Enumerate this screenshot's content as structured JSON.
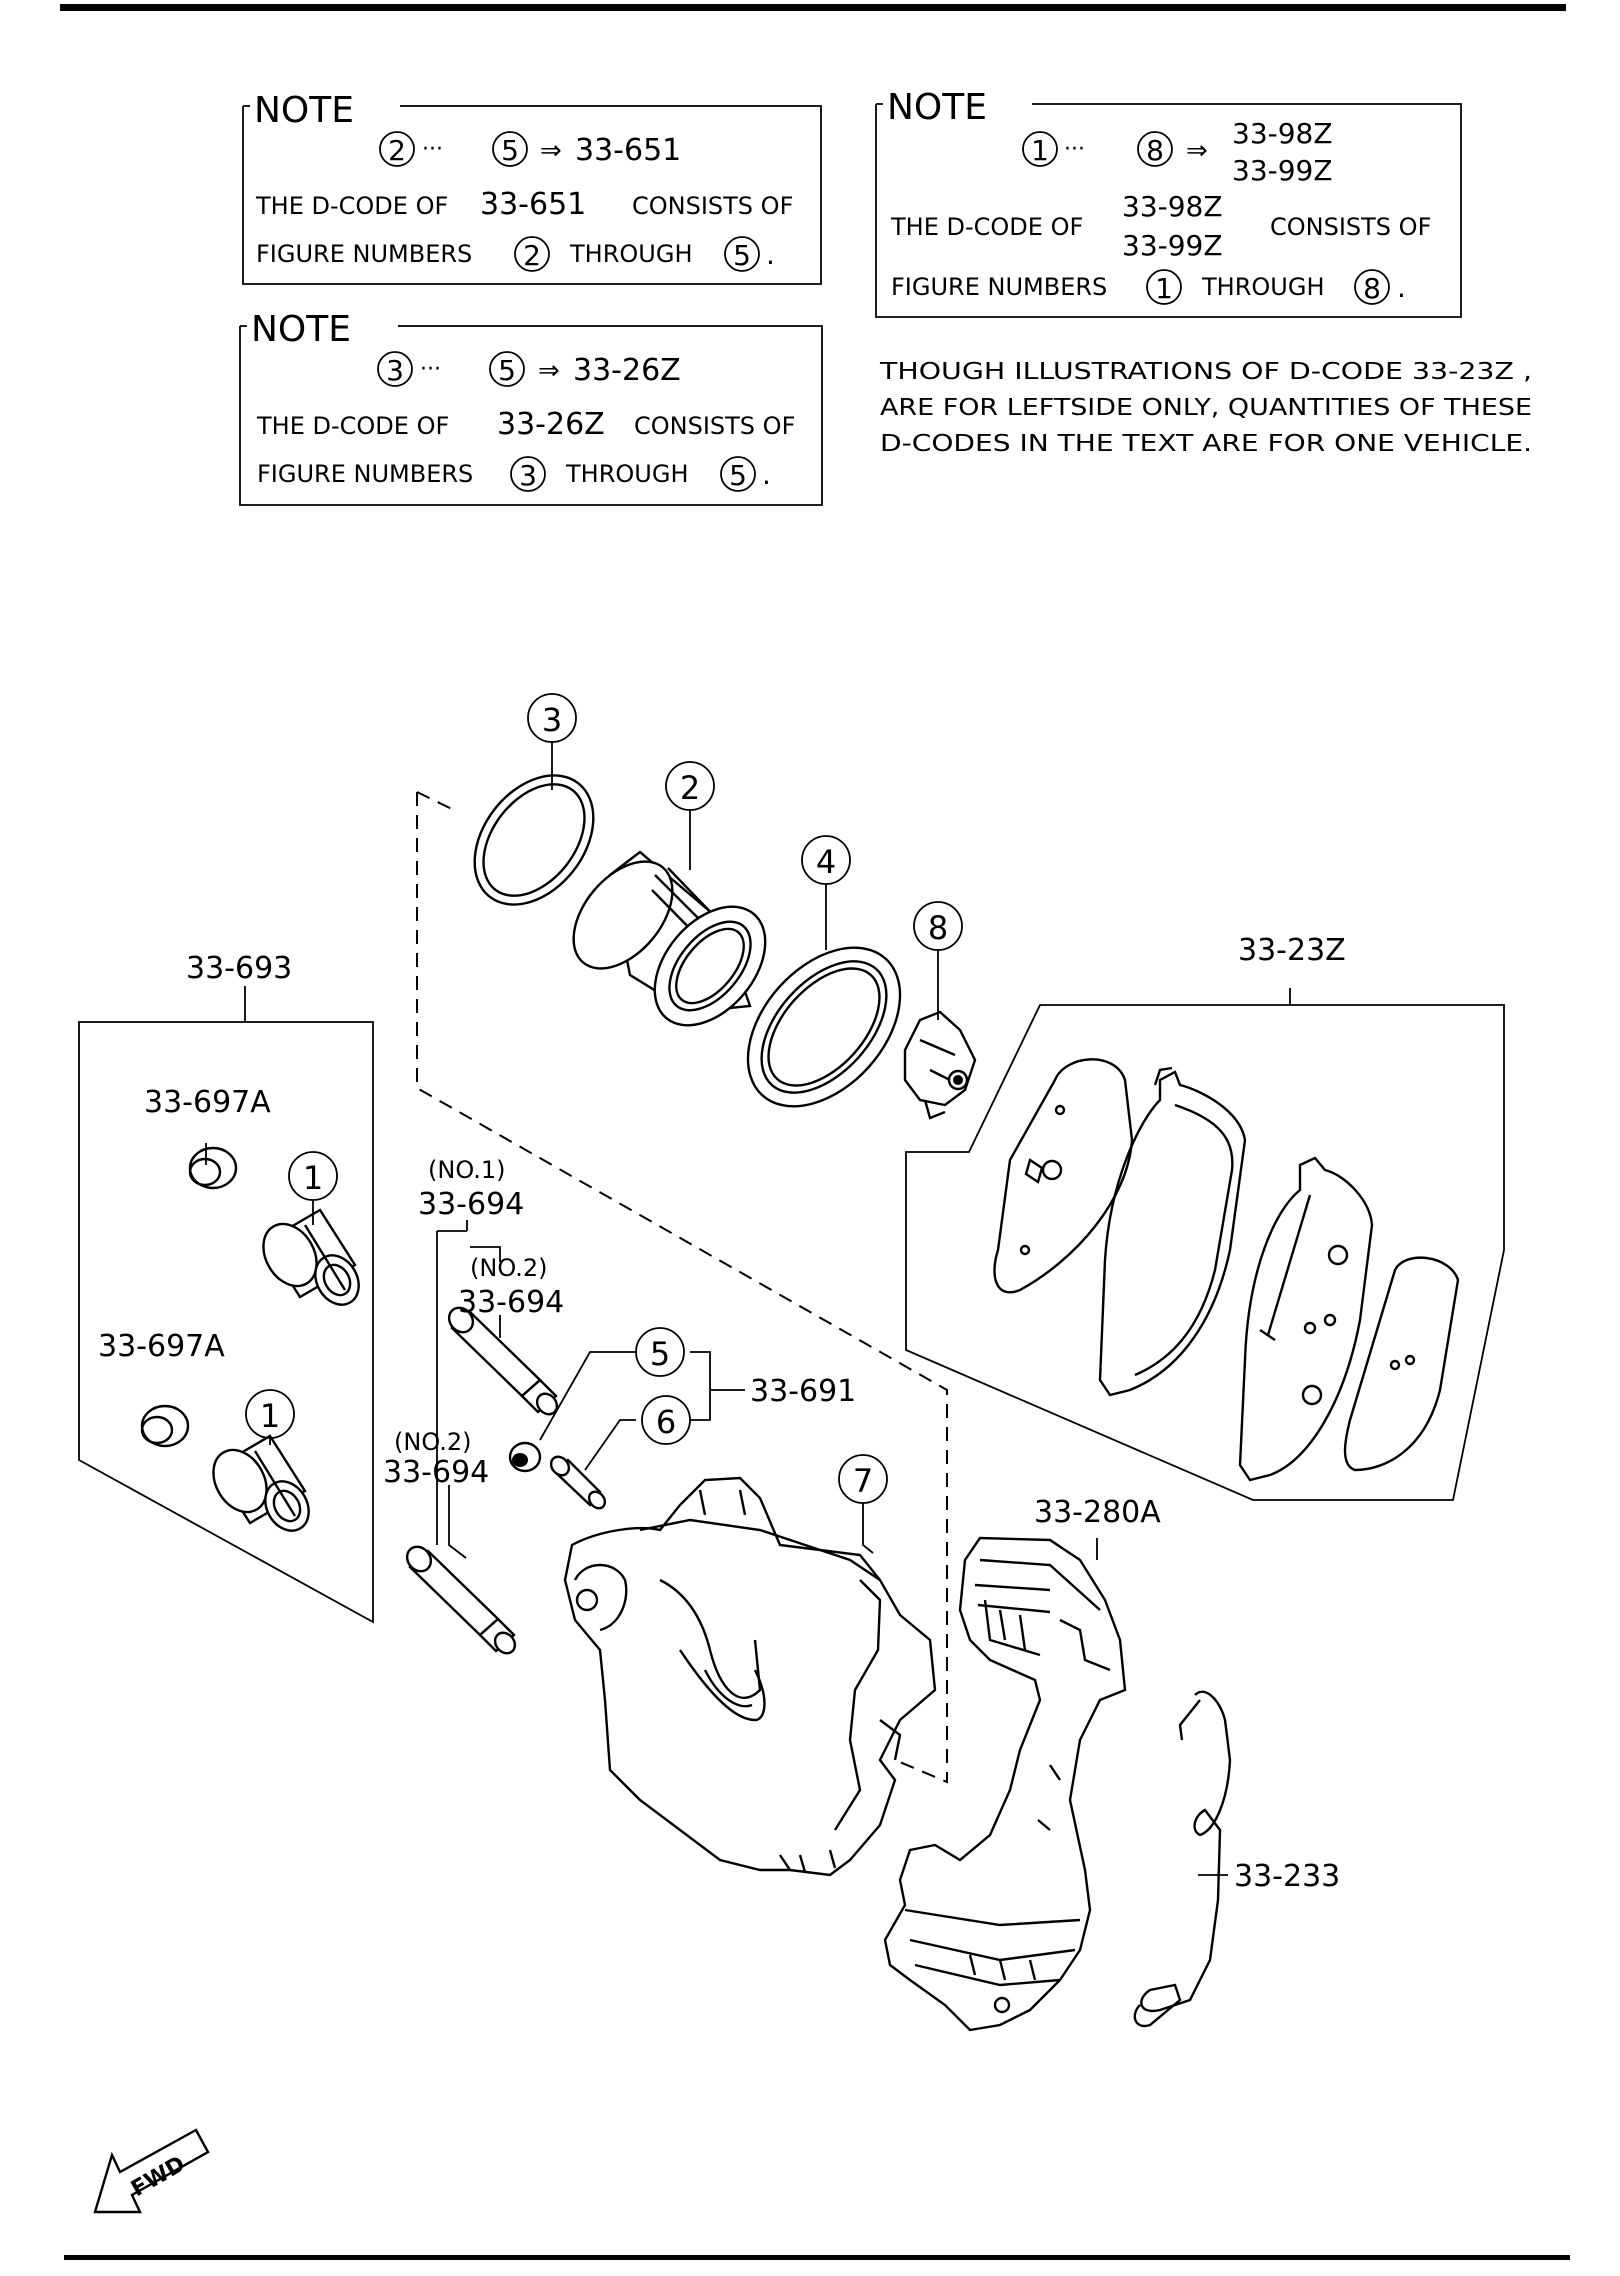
{
  "notes": [
    {
      "heading": "NOTE",
      "from": "2",
      "to": "5",
      "code": "33-651",
      "line_a": "THE D-CODE OF",
      "line_code": "33-651",
      "line_b": "CONSISTS OF",
      "line_c": "FIGURE NUMBERS",
      "through": "THROUGH"
    },
    {
      "heading": "NOTE",
      "from": "3",
      "to": "5",
      "code": "33-26Z",
      "line_a": "THE D-CODE OF",
      "line_code": "33-26Z",
      "line_b": "CONSISTS OF",
      "line_c": "FIGURE NUMBERS",
      "through": "THROUGH"
    },
    {
      "heading": "NOTE",
      "from": "1",
      "to": "8",
      "code": "33-98Z",
      "code2": "33-99Z",
      "line_a": "THE D-CODE OF",
      "line_code": "33-98Z",
      "line_code2": "33-99Z",
      "line_b": "CONSISTS OF",
      "line_c": "FIGURE NUMBERS",
      "through": "THROUGH"
    }
  ],
  "remark": [
    "THOUGH ILLUSTRATIONS OF D-CODE 33-23Z ,",
    "ARE FOR LEFTSIDE ONLY, QUANTITIES OF THESE",
    "D-CODES IN THE TEXT ARE FOR ONE VEHICLE."
  ],
  "callouts": {
    "c3": "3",
    "c2": "2",
    "c4": "4",
    "c8": "8",
    "c5": "5",
    "c6": "6",
    "c7": "7",
    "c1a": "1",
    "c1b": "1"
  },
  "parts": {
    "p33_693": "33-693",
    "p33_697a_1": "33-697A",
    "p33_697a_2": "33-697A",
    "p_no1": "(NO.1)",
    "p33_694_1": "33-694",
    "p_no2_a": "(NO.2)",
    "p33_694_2": "33-694",
    "p_no2_b": "(NO.2)",
    "p33_694_3": "33-694",
    "p33_691": "33-691",
    "p33_23z": "33-23Z",
    "p33_280a": "33-280A",
    "p33_233": "33-233"
  },
  "arrow": "⇒",
  "dots": "···",
  "period": ".",
  "fwd": "FWD",
  "colors": {
    "ink": "#000000",
    "paper": "#ffffff"
  }
}
